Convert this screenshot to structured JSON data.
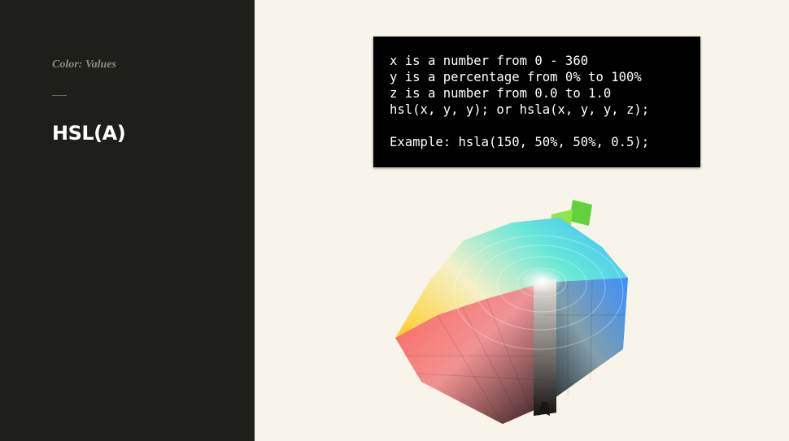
{
  "sidebar": {
    "eyebrow": "Color: Values",
    "title": "HSL(A)"
  },
  "code": {
    "lines": [
      "x is a number from 0 - 360",
      "y is a percentage from 0% to 100%",
      "z is a number from 0.0 to 1.0",
      "hsl(x, y, y); or hsla(x, y, y, z);",
      "Example: hsla(150, 50%, 50%, 0.5);"
    ]
  }
}
